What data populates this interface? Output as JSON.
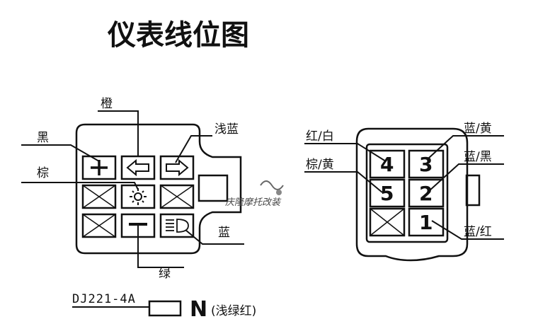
{
  "title": "仪表线位图",
  "left_connector": {
    "label_orange": "橙",
    "label_black": "黑",
    "label_brown": "棕",
    "label_lightblue": "浅蓝",
    "label_blue": "蓝",
    "label_green": "绿",
    "cells": [
      [
        "plus-icon",
        "left-arrow-icon",
        "right-arrow-icon"
      ],
      [
        "empty-x-icon",
        "sun-icon",
        "empty-x-icon"
      ],
      [
        "empty-x-icon",
        "minus-icon",
        "headlight-icon"
      ]
    ]
  },
  "right_connector": {
    "label_redwhite": "红/白",
    "label_brownyellow": "棕/黄",
    "label_blueyellow": "蓝/黄",
    "label_blueblack": "蓝/黑",
    "label_bluered": "蓝/红",
    "pins": [
      "4",
      "3",
      "5",
      "2",
      "1"
    ]
  },
  "watermark": "庆隆摩托改装",
  "model": "DJ221-4A",
  "model_letter": "N",
  "model_note": "(浅绿红)"
}
